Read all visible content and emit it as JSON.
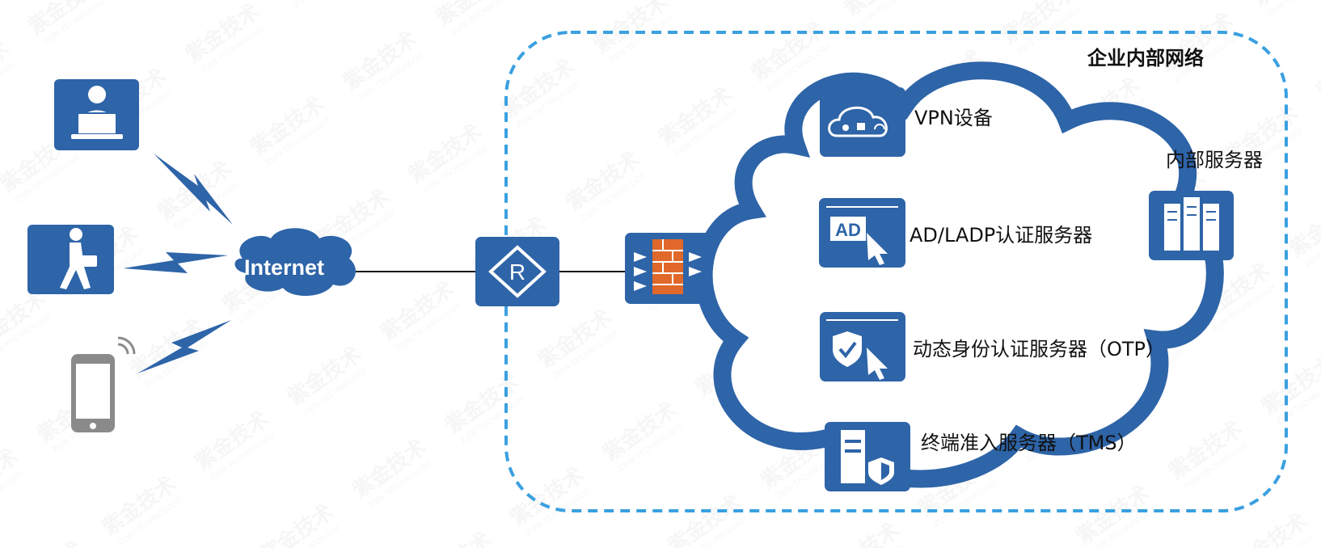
{
  "diagram": {
    "internet_label": "Internet",
    "zone_label": "企业内部网络",
    "server_group_label": "内部服务器",
    "servers": [
      {
        "label": "VPN设备",
        "icon": "vpn-cloud-icon"
      },
      {
        "label": "AD/LADP认证服务器",
        "icon": "ad-auth-icon"
      },
      {
        "label": "动态身份认证服务器（OTP）",
        "icon": "otp-shield-icon"
      },
      {
        "label": "终端准入服务器（TMS）",
        "icon": "tms-server-icon"
      }
    ],
    "clients": [
      "laptop-user-icon",
      "mobile-worker-icon",
      "smartphone-icon"
    ],
    "devices": [
      "router-icon",
      "firewall-icon",
      "server-rack-icon"
    ]
  },
  "colors": {
    "icon_blue": "#2e64a8",
    "zone_dash": "#3aa0e0",
    "firewall_orange": "#e0682a",
    "phone_gray": "#8a8a8a"
  },
  "watermark_text": "紫金技术 ZIJIN TECHNOLOGY"
}
